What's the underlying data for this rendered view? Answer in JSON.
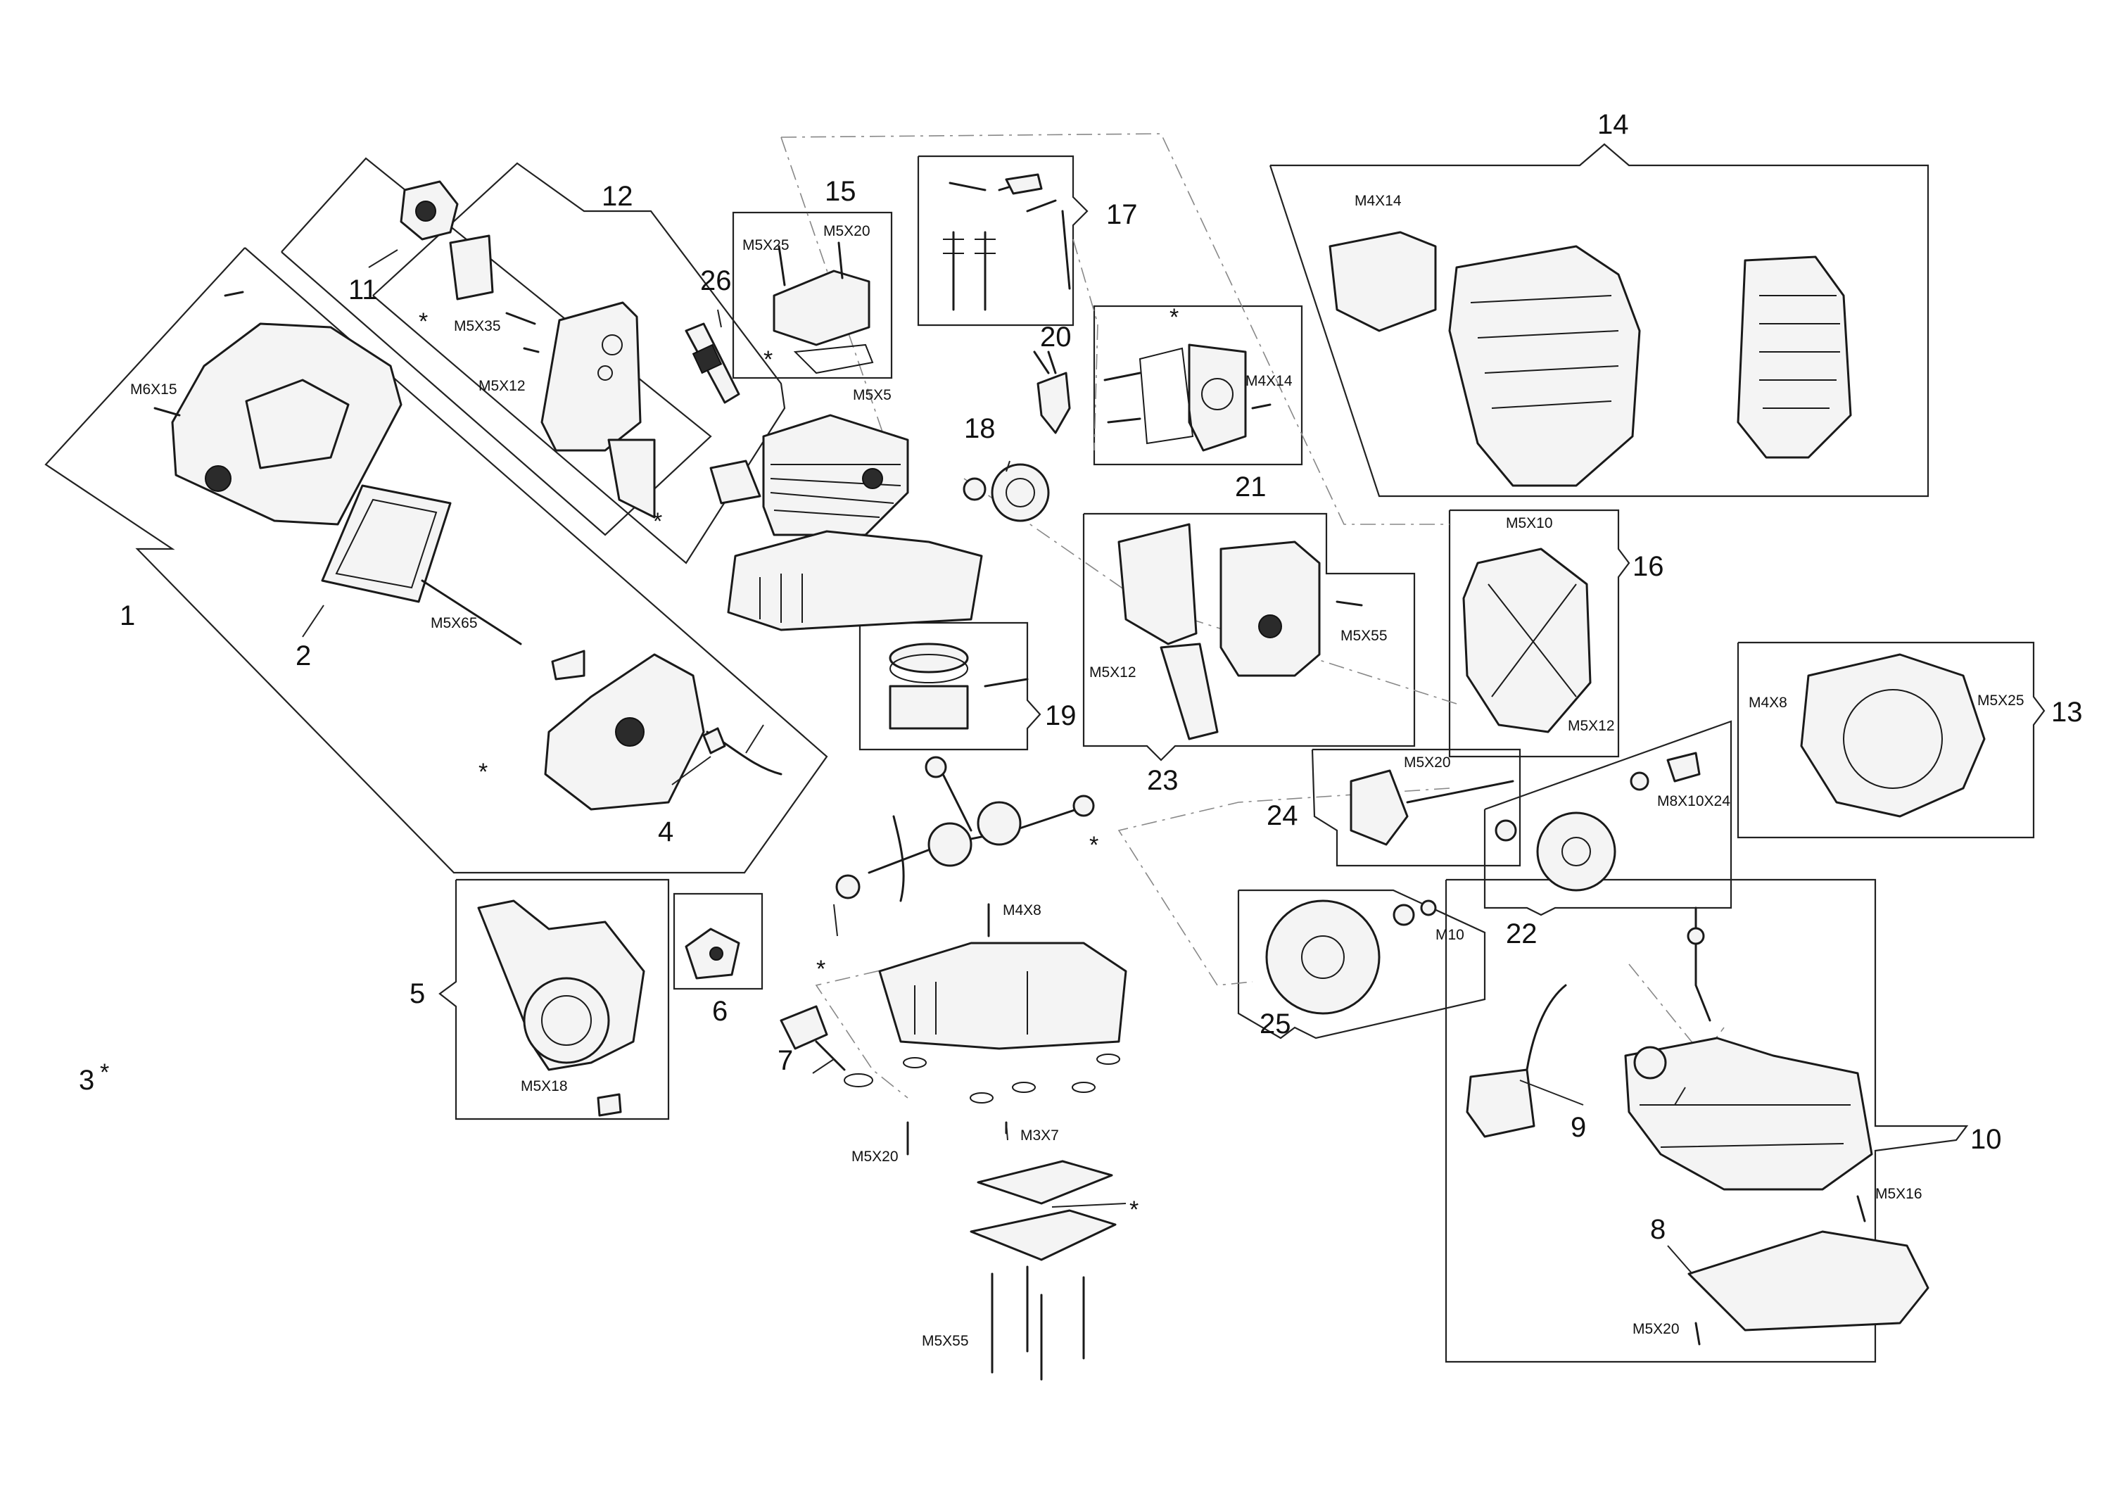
{
  "part_numbers": {
    "p1": "1",
    "p2": "2",
    "p3": "3",
    "p4": "4",
    "p5": "5",
    "p6": "6",
    "p7": "7",
    "p8": "8",
    "p9": "9",
    "p10": "10",
    "p11": "11",
    "p12": "12",
    "p13": "13",
    "p14": "14",
    "p15": "15",
    "p16": "16",
    "p17": "17",
    "p18": "18",
    "p19": "19",
    "p20": "20",
    "p21": "21",
    "p22": "22",
    "p23": "23",
    "p24": "24",
    "p25": "25",
    "p26": "26"
  },
  "asterisk": "*",
  "fasteners": {
    "m6x15": "M6X15",
    "m5x65": "M5X65",
    "m5x35": "M5X35",
    "m5x12_a": "M5X12",
    "m5x25_a": "M5X25",
    "m5x20_a": "M5X20",
    "m5x5": "M5X5",
    "m4x14_a": "M4X14",
    "m4x14_b": "M4X14",
    "m5x10": "M5X10",
    "m5x55_a": "M5X55",
    "m5x12_b": "M5X12",
    "m5x12_c": "M5X12",
    "m4x8_a": "M4X8",
    "m5x25_b": "M5X25",
    "m5x20_b": "M5X20",
    "m8x10x24": "M8X10X24",
    "m10": "M10",
    "m4x8_b": "M4X8",
    "m3x7": "M3X7",
    "m5x20_c": "M5X20",
    "m5x18": "M5X18",
    "m5x55_b": "M5X55",
    "m5x16": "M5X16",
    "m5x20_d": "M5X20"
  }
}
